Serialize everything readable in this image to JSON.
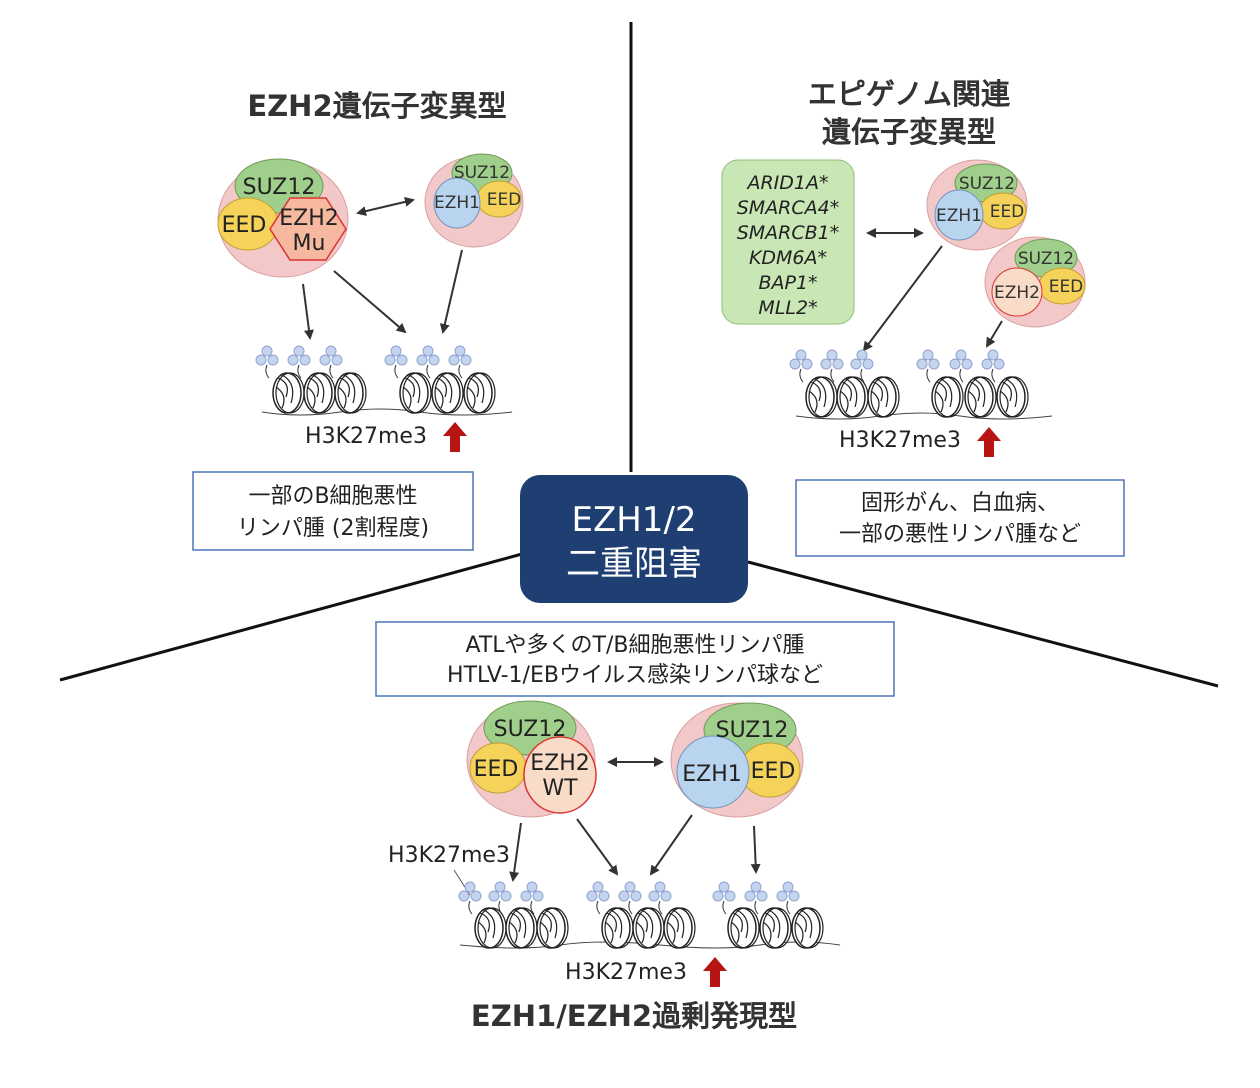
{
  "center": {
    "line1": "EZH1/2",
    "line2": "二重阻害",
    "bg": "#1f3f73"
  },
  "top_left": {
    "title": "EZH2遺伝子変異型",
    "complex_a": {
      "suz": "SUZ12",
      "eed": "EED",
      "ezh_line1": "EZH2",
      "ezh_line2": "Mu"
    },
    "complex_b": {
      "suz": "SUZ12",
      "eed": "EED",
      "ezh": "EZH1"
    },
    "mark": "H3K27me3",
    "disease_line1": "一部のB細胞悪性",
    "disease_line2": "リンパ腫 (2割程度)"
  },
  "top_right": {
    "title_line1": "エピゲノム関連",
    "title_line2": "遺伝子変異型",
    "genes": [
      "ARID1A*",
      "SMARCA4*",
      "SMARCB1*",
      "KDM6A*",
      "BAP1*",
      "MLL2*"
    ],
    "complex_a": {
      "suz": "SUZ12",
      "eed": "EED",
      "ezh": "EZH1"
    },
    "complex_b": {
      "suz": "SUZ12",
      "eed": "EED",
      "ezh": "EZH2"
    },
    "mark": "H3K27me3",
    "disease_line1": "固形がん、白血病、",
    "disease_line2": "一部の悪性リンパ腫など"
  },
  "bottom": {
    "disease_line1": "ATLや多くのT/B細胞悪性リンパ腫",
    "disease_line2": "HTLV-1/EBウイルス感染リンパ球など",
    "complex_a": {
      "suz": "SUZ12",
      "eed": "EED",
      "ezh_line1": "EZH2",
      "ezh_line2": "WT"
    },
    "complex_b": {
      "suz": "SUZ12",
      "eed": "EED",
      "ezh": "EZH1"
    },
    "mark_callout": "H3K27me3",
    "mark": "H3K27me3",
    "title": "EZH1/EZH2過剰発現型"
  },
  "colors": {
    "suz": "#9fcf8a",
    "eed": "#f5d35a",
    "ezh1": "#b8d4ef",
    "ezh2_mu": "#f6b9a0",
    "ezh2_wt": "#f8dcc8",
    "complex_bg": "#f3c8c8",
    "up_arrow": "#b81414",
    "gene_box": "#c9e6b5"
  }
}
